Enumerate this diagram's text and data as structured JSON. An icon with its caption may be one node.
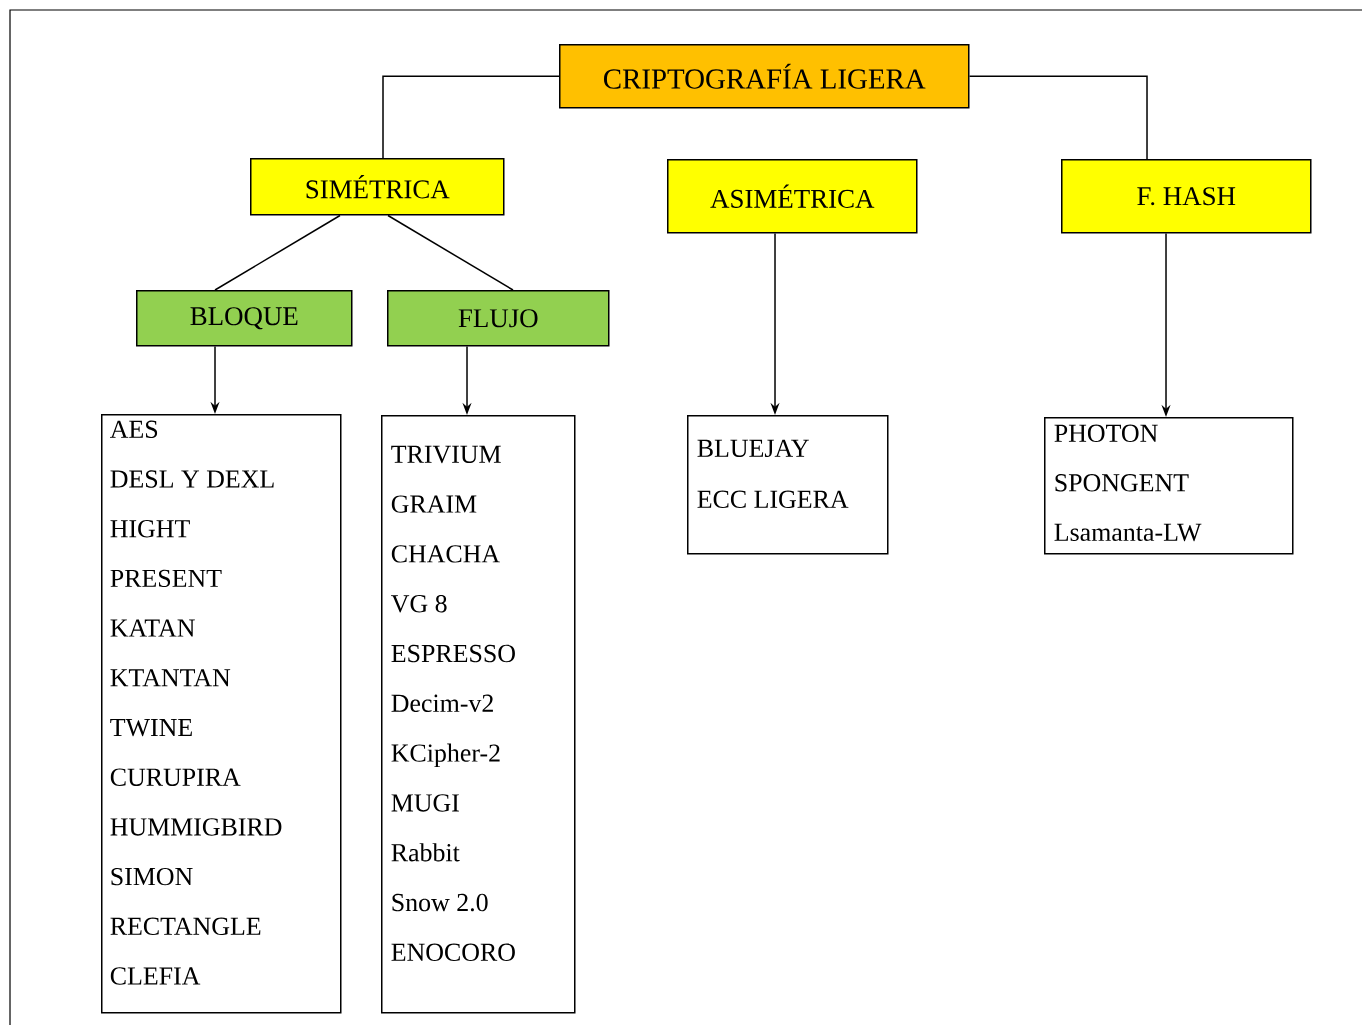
{
  "diagram": {
    "nodes": [
      {
        "text": [
          "CRIPTOGRAFÍA LIGERA"
        ]
      },
      {
        "text": [
          "SIMÉTRICA"
        ]
      },
      {
        "text": [
          "ASIMÉTRICA"
        ]
      },
      {
        "text": [
          "F. HASH"
        ]
      },
      {
        "text": [
          "BLOQUE"
        ]
      },
      {
        "text": [
          "FLUJO"
        ]
      },
      {
        "text": [
          "AES",
          "DESL Y DEXL",
          "HIGHT",
          "PRESENT",
          "KATAN",
          "KTANTAN",
          "TWINE",
          "CURUPIRA",
          "HUMMIGBIRD",
          "SIMON",
          "RECTANGLE",
          "CLEFIA"
        ]
      },
      {
        "text": [
          "TRIVIUM",
          "GRAIM",
          "CHACHA",
          "VG 8",
          "ESPRESSO",
          "Decim-v2",
          "KCipher-2",
          "MUGI",
          "Rabbit",
          "Snow 2.0",
          "ENOCORO"
        ]
      },
      {
        "text": [
          "BLUEJAY",
          "ECC LIGERA"
        ]
      },
      {
        "text": [
          "PHOTON",
          "SPONGENT",
          "Lsamanta-LW"
        ]
      }
    ],
    "edges": [
      {
        "from": 0,
        "to": 1,
        "arrow": "none"
      },
      {
        "from": 0,
        "to": 3,
        "arrow": "none"
      },
      {
        "from": 1,
        "to": 4,
        "arrow": "none"
      },
      {
        "from": 1,
        "to": 5,
        "arrow": "none"
      },
      {
        "from": 4,
        "to": 6,
        "arrow": "to"
      },
      {
        "from": 5,
        "to": 7,
        "arrow": "to"
      },
      {
        "from": 2,
        "to": 8,
        "arrow": "to"
      },
      {
        "from": 3,
        "to": 9,
        "arrow": "to"
      }
    ]
  }
}
